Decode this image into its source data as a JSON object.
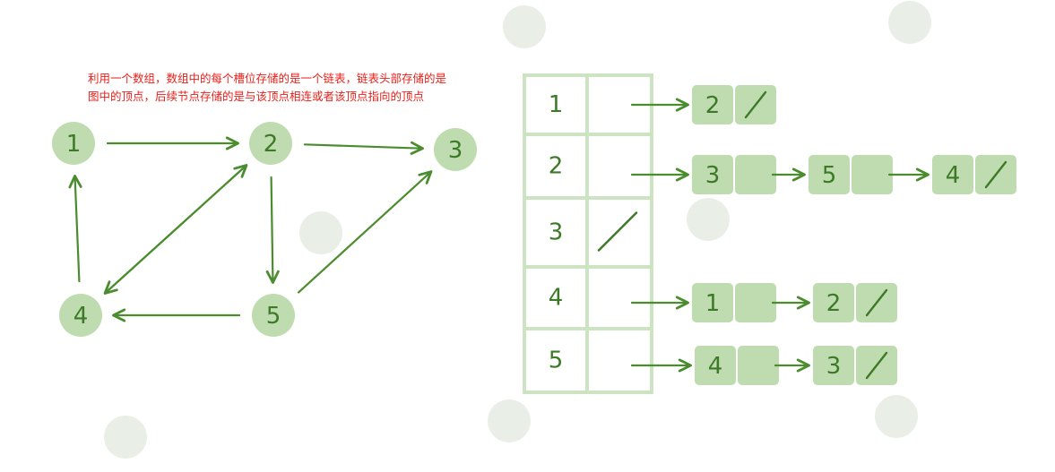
{
  "caption": [
    "利用一个数组，数组中的每个槽位存储的是一个链表，链表头部存储的是",
    "图中的顶点，后续节点存储的是与该顶点相连或者该顶点指向的顶点"
  ],
  "graph": {
    "nodes": [
      "1",
      "2",
      "3",
      "4",
      "5"
    ],
    "edges": [
      [
        "1",
        "2"
      ],
      [
        "2",
        "3"
      ],
      [
        "2",
        "5"
      ],
      [
        "2",
        "4"
      ],
      [
        "4",
        "1"
      ],
      [
        "4",
        "2"
      ],
      [
        "5",
        "4"
      ],
      [
        "5",
        "3"
      ]
    ]
  },
  "adjacency_list": [
    {
      "vertex": "1",
      "head_null": false,
      "neighbors": [
        "2"
      ]
    },
    {
      "vertex": "2",
      "head_null": false,
      "neighbors": [
        "3",
        "5",
        "4"
      ]
    },
    {
      "vertex": "3",
      "head_null": true,
      "neighbors": []
    },
    {
      "vertex": "4",
      "head_null": false,
      "neighbors": [
        "1",
        "2"
      ]
    },
    {
      "vertex": "5",
      "head_null": false,
      "neighbors": [
        "4",
        "3"
      ]
    }
  ],
  "colors": {
    "caption": "#e8201a",
    "node_fill": "#bfdcb0",
    "ink": "#3d7a28",
    "arrow": "#4a8c2e",
    "grid": "#cde4c2"
  }
}
